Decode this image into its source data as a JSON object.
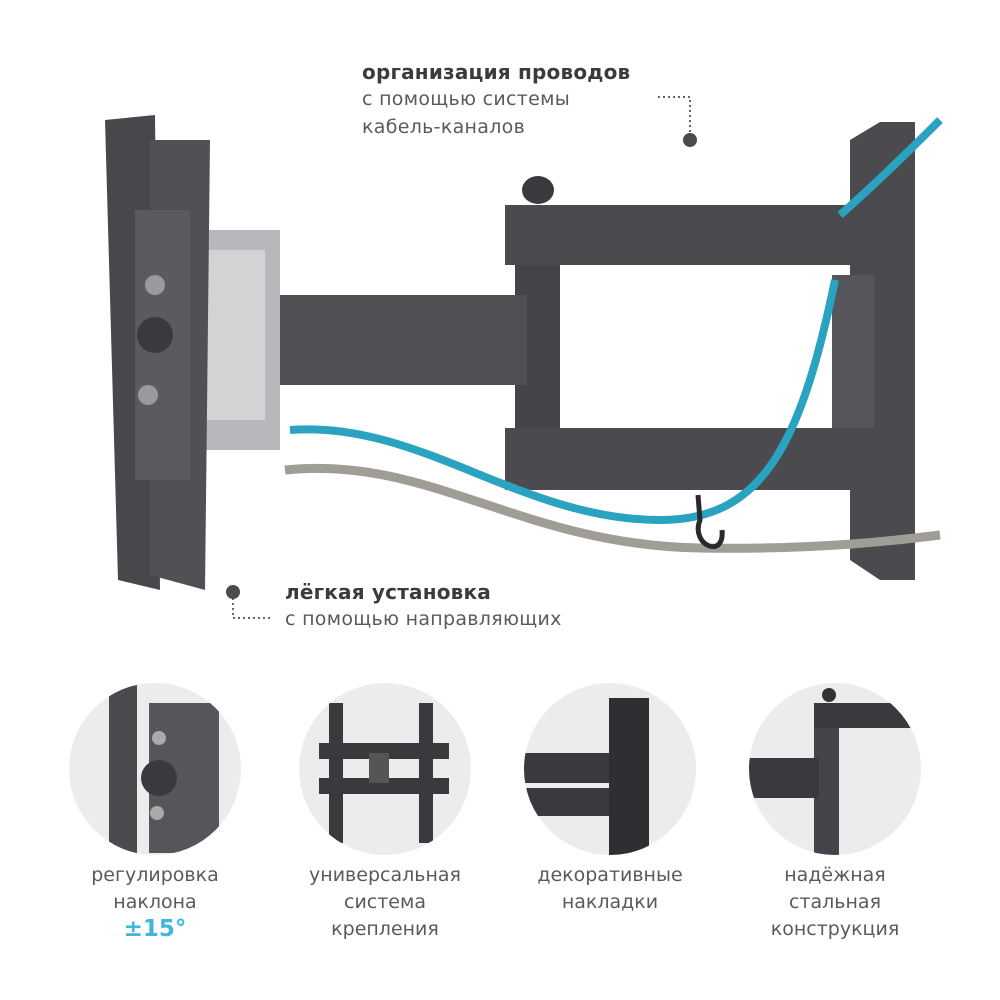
{
  "callouts": {
    "cables": {
      "title": "организация проводов",
      "lines": [
        "с помощью системы",
        "кабель-каналов"
      ]
    },
    "install": {
      "title": "лёгкая установка",
      "line": "с помощью направляющих"
    }
  },
  "features": [
    {
      "lines": [
        "регулировка",
        "наклона"
      ],
      "accent": "±15°",
      "icon": "tilt-bracket-photo"
    },
    {
      "lines": [
        "универсальная",
        "система",
        "крепления"
      ],
      "icon": "mount-plate-photo"
    },
    {
      "lines": [
        "декоративные",
        "накладки"
      ],
      "icon": "decorative-cover-photo"
    },
    {
      "lines": [
        "надёжная",
        "стальная",
        "конструкция"
      ],
      "icon": "steel-arm-photo"
    }
  ],
  "colors": {
    "steel": "#4a4a4f",
    "cable_blue": "#2aa3c0",
    "cable_gray": "#a09c96",
    "accent": "#3fb6db"
  }
}
